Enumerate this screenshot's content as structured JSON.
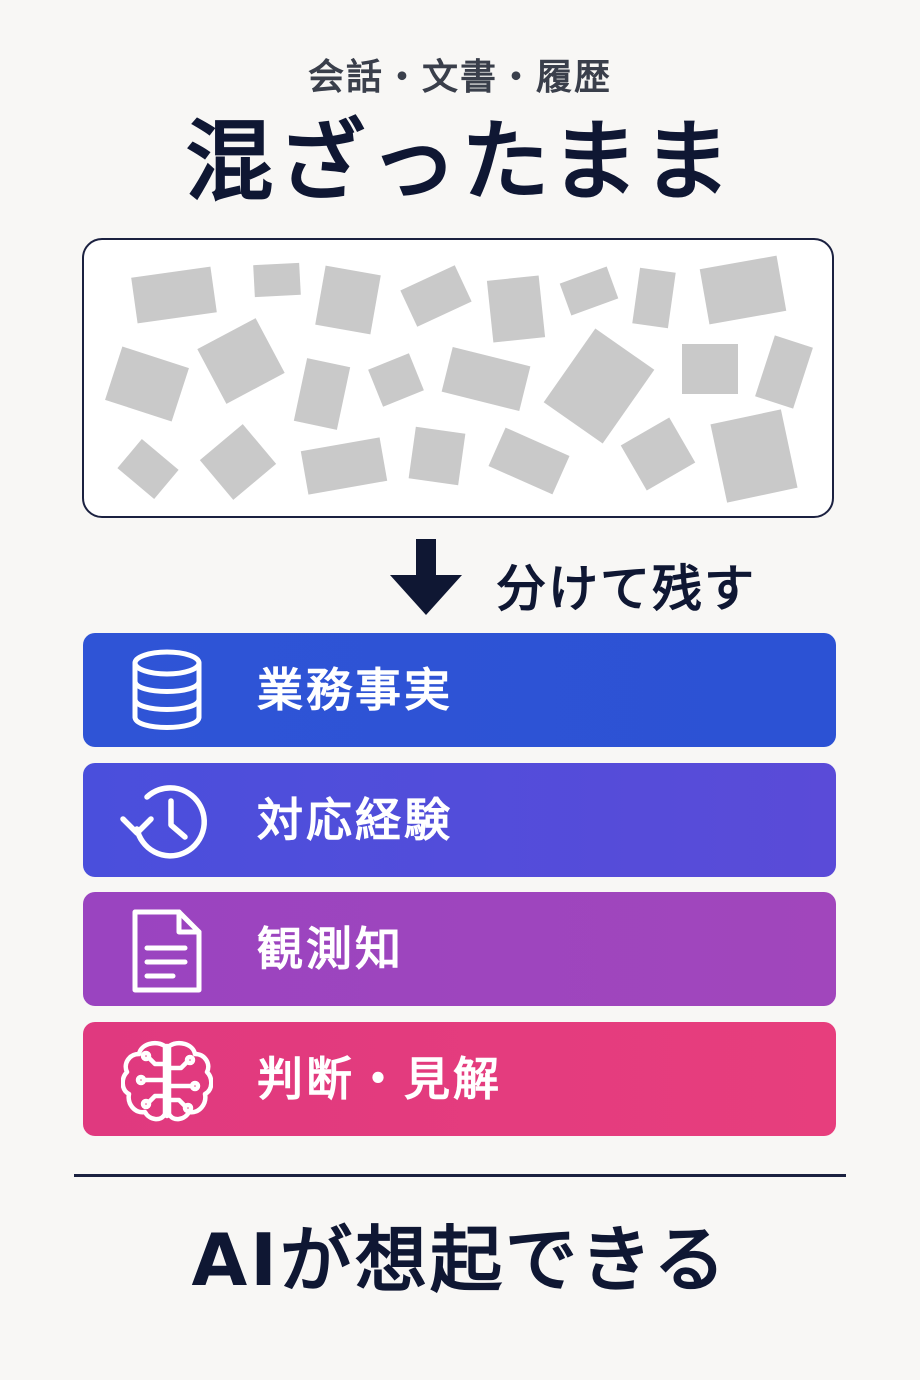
{
  "header": {
    "subtitle": "会話・文書・履歴",
    "title": "混ざったまま"
  },
  "transition": {
    "label": "分けて残す",
    "icon": "down-arrow-icon"
  },
  "categories": [
    {
      "label": "業務事実",
      "icon": "database-icon",
      "color": "#2d53d5"
    },
    {
      "label": "対応経験",
      "icon": "history-clock-icon",
      "color": "#524ddb"
    },
    {
      "label": "観測知",
      "icon": "document-icon",
      "color": "#9e45be"
    },
    {
      "label": "判断・見解",
      "icon": "brain-icon",
      "color": "#e43c7e"
    }
  ],
  "footer": {
    "text": "AIが想起できる"
  }
}
